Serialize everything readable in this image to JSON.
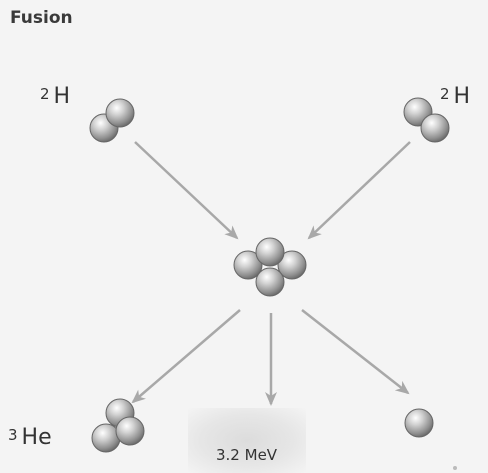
{
  "title": "Fusion",
  "reactant_left": {
    "mass_number": "2",
    "symbol": "H"
  },
  "reactant_right": {
    "mass_number": "2",
    "symbol": "H"
  },
  "product_helium": {
    "mass_number": "3",
    "symbol": "He"
  },
  "energy_label": "3.2 MeV",
  "colors": {
    "nucleon": "#9a9a9a",
    "arrow": "#a8a8a8"
  }
}
